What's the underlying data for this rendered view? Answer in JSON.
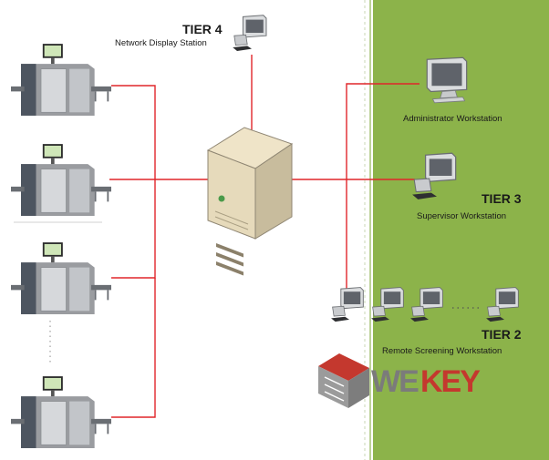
{
  "colors": {
    "green_panel": "#8cb34a",
    "link_line": "#e0262a",
    "watermark_grey": "#7b7b7b",
    "watermark_red": "#c4382e"
  },
  "tiers": {
    "tier4": {
      "tier_label": "TIER 4",
      "caption": "Network Display Station"
    },
    "admin": {
      "caption": "Administrator Workstation"
    },
    "tier3": {
      "tier_label": "TIER 3",
      "caption": "Supervisor Workstation"
    },
    "tier2": {
      "tier_label": "TIER 2",
      "caption": "Remote Screening Workstation"
    }
  },
  "watermark": {
    "part1": "WE",
    "part2": "KEY"
  },
  "icons": {
    "central_server": "server-tower-icon",
    "scanners": "xray-scanner-icon",
    "workstations": "desktop-computer-icon"
  }
}
